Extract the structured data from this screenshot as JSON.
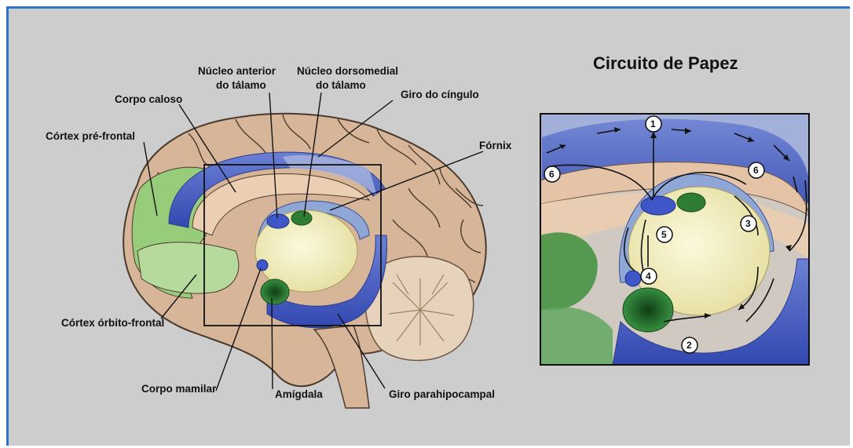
{
  "title": "Circuito de Papez",
  "labels": {
    "nucleo_anterior_1": "Núcleo anterior",
    "nucleo_anterior_2": "do tálamo",
    "nucleo_dorsomedial_1": "Núcleo dorsomedial",
    "nucleo_dorsomedial_2": "do tálamo",
    "corpo_caloso": "Corpo caloso",
    "giro_cingulo": "Giro do cíngulo",
    "cortex_pre_frontal": "Córtex pré-frontal",
    "fornix": "Fórnix",
    "cortex_orbito_frontal": "Córtex órbito-frontal",
    "corpo_mamilar": "Corpo mamilar",
    "amigdala": "Amígdala",
    "giro_parahipocampal": "Giro parahipocampal"
  },
  "circuit_steps": [
    "1",
    "2",
    "3",
    "4",
    "5",
    "6",
    "6"
  ],
  "colors": {
    "frame_border": "#2f73c4",
    "background": "#cdcdcd",
    "cortex": "#d8b79a",
    "limbic_blue": "#4a63c8",
    "limbic_light_blue": "#9fb1db",
    "prefrontal_green": "#8fc873",
    "amygdala_green": "#2e8b3a",
    "thalamus": "#f2eec0"
  }
}
